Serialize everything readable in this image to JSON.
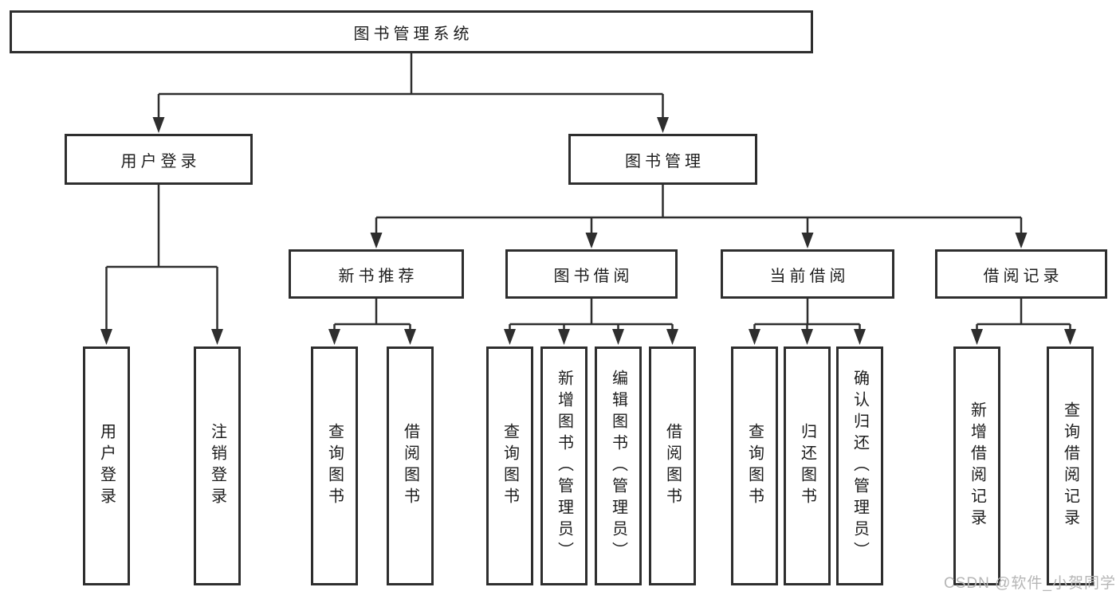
{
  "diagram": {
    "title": "图书管理系统",
    "root": {
      "label": "图书管理系统"
    },
    "level2": {
      "user_login": {
        "label": "用户登录"
      },
      "book_management": {
        "label": "图书管理"
      }
    },
    "level3": {
      "new_book_recommend": {
        "label": "新书推荐"
      },
      "book_borrow": {
        "label": "图书借阅"
      },
      "current_borrow": {
        "label": "当前借阅"
      },
      "borrow_record": {
        "label": "借阅记录"
      }
    },
    "leaves": {
      "user_login_group": {
        "user_login": "用户登录",
        "logout": "注销登录"
      },
      "new_book_recommend_group": {
        "query_book": "查询图书",
        "borrow_book": "借阅图书"
      },
      "book_borrow_group": {
        "query_book": "查询图书",
        "add_book_admin": "新增图书（管理员）",
        "edit_book_admin": "编辑图书（管理员）",
        "borrow_book": "借阅图书"
      },
      "current_borrow_group": {
        "query_book": "查询图书",
        "return_book": "归还图书",
        "confirm_return_admin": "确认归还（管理员）"
      },
      "borrow_record_group": {
        "add_borrow_record": "新增借阅记录",
        "query_borrow_record": "查询借阅记录"
      }
    },
    "colors": {
      "line": "#2e2e2e",
      "text": "#1d1d1d",
      "background": "#ffffff",
      "watermark_text": "#b6b6b6"
    }
  },
  "watermark": "CSDN @软件_小贺同学"
}
